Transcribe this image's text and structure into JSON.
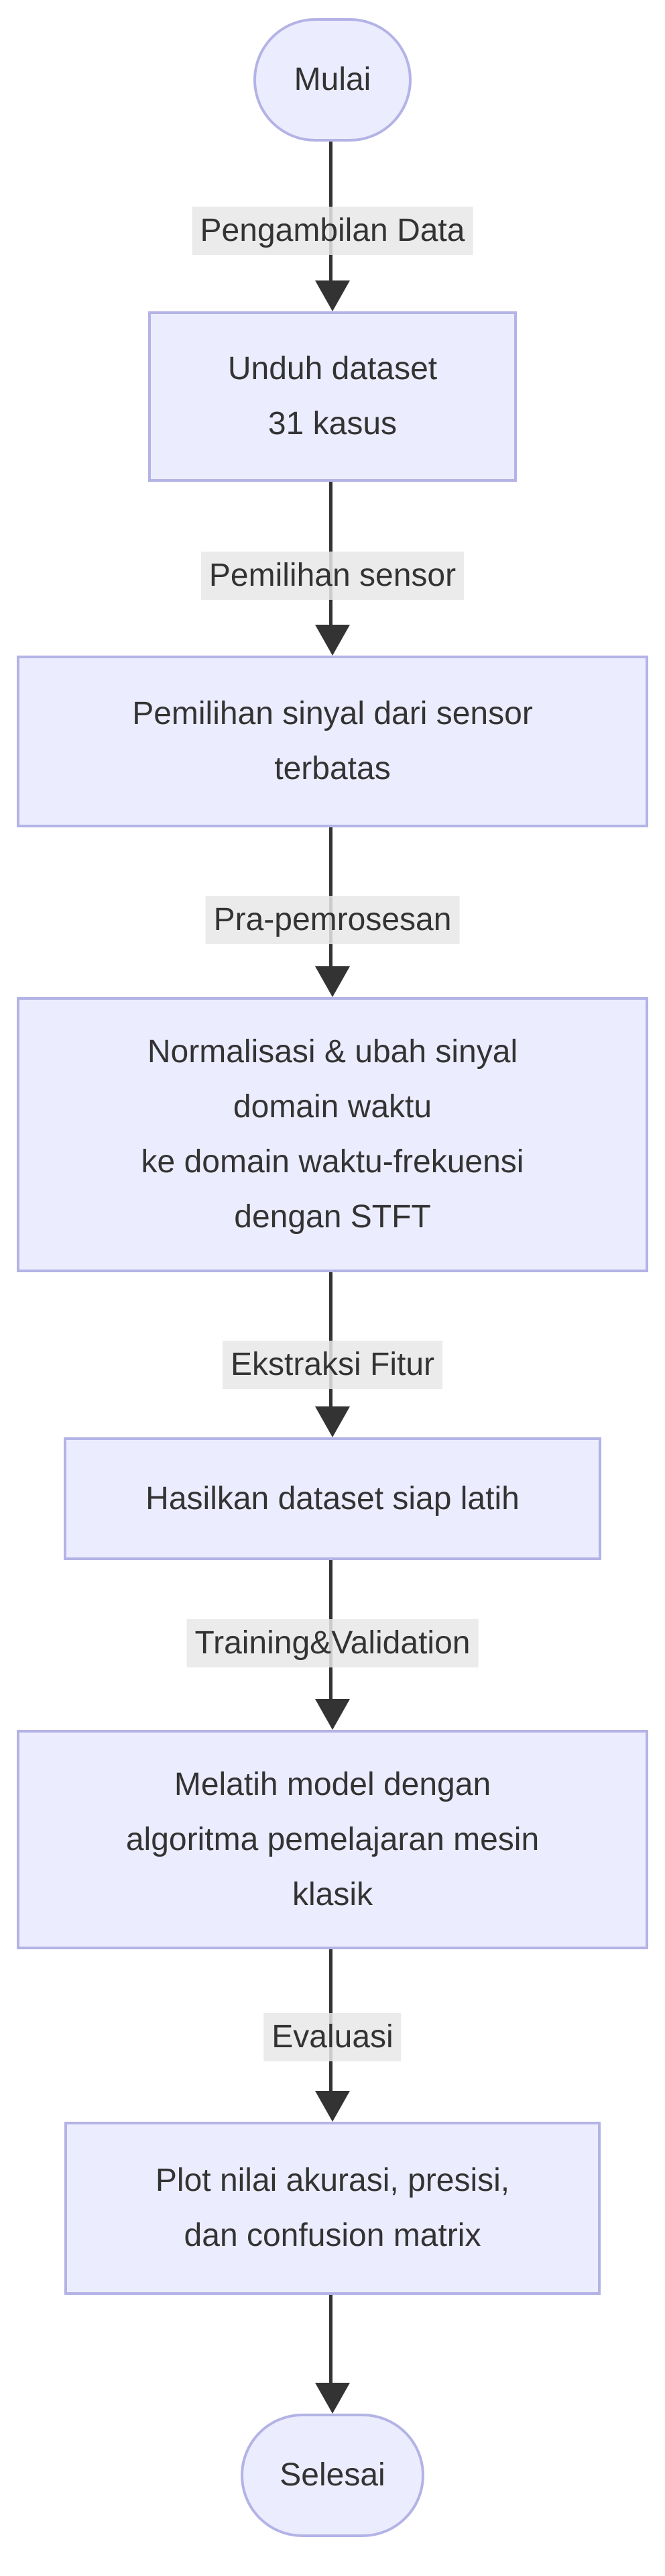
{
  "diagram": {
    "type": "flowchart-top-down",
    "colors": {
      "background": "#FFFFFF",
      "node_fill": "#ECECFF",
      "node_border": "#B3B3E6",
      "edge": "#333333",
      "edge_label_bg": "#E8E8E8",
      "text": "#333333"
    },
    "nodes": [
      {
        "id": "start",
        "shape": "stadium",
        "text": "Mulai"
      },
      {
        "id": "unduh",
        "shape": "rect",
        "text": "Unduh dataset\n31 kasus"
      },
      {
        "id": "pemilihan",
        "shape": "rect",
        "text": "Pemilihan sinyal dari sensor\nterbatas"
      },
      {
        "id": "normalisasi",
        "shape": "rect",
        "text": "Normalisasi & ubah sinyal\ndomain waktu\nke domain waktu-frekuensi\ndengan STFT"
      },
      {
        "id": "hasilkan",
        "shape": "rect",
        "text": "Hasilkan dataset siap latih"
      },
      {
        "id": "melatih",
        "shape": "rect",
        "text": "Melatih model dengan\nalgoritma pemelajaran mesin\nklasik"
      },
      {
        "id": "plot",
        "shape": "rect",
        "text": "Plot nilai akurasi, presisi,\ndan confusion matrix"
      },
      {
        "id": "end",
        "shape": "stadium",
        "text": "Selesai"
      }
    ],
    "edge_labels": [
      "Pengambilan Data",
      "Pemilihan sensor",
      "Pra-pemrosesan",
      "Ekstraksi Fitur",
      "Training&Validation",
      "Evaluasi"
    ]
  }
}
